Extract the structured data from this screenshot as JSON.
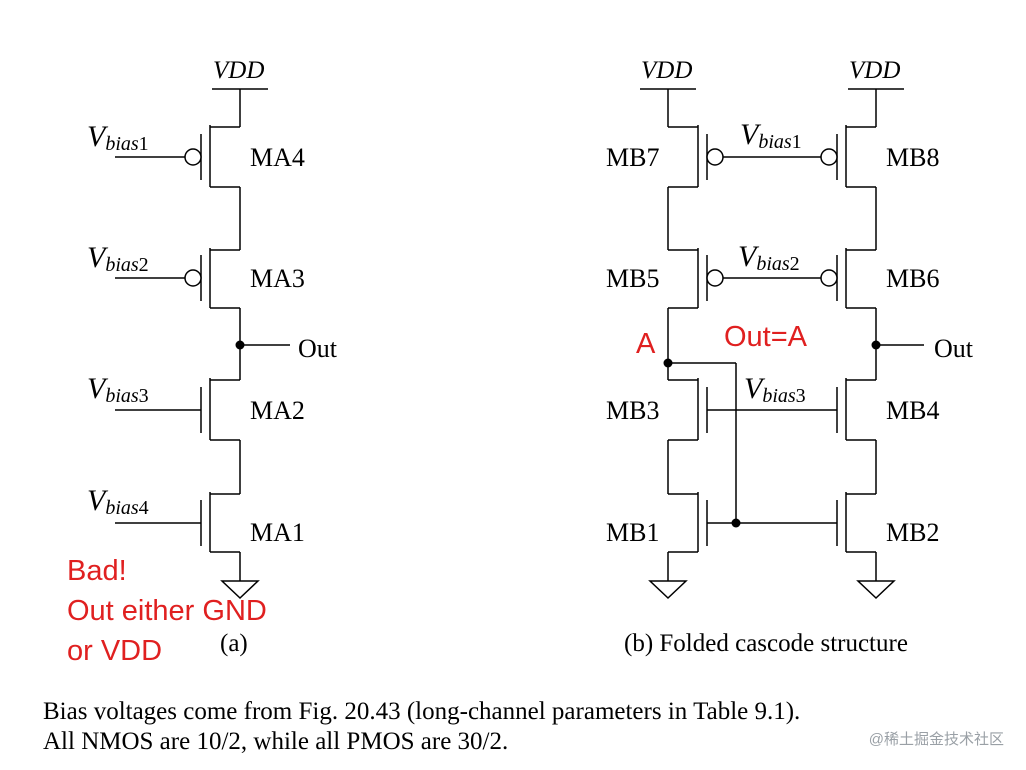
{
  "circuit_a": {
    "vdd": "VDD",
    "transistors": {
      "ma4": "MA4",
      "ma3": "MA3",
      "ma2": "MA2",
      "ma1": "MA1"
    },
    "bias": {
      "b1": {
        "main": "V",
        "sub": "bias",
        "num": "1"
      },
      "b2": {
        "main": "V",
        "sub": "bias",
        "num": "2"
      },
      "b3": {
        "main": "V",
        "sub": "bias",
        "num": "3"
      },
      "b4": {
        "main": "V",
        "sub": "bias",
        "num": "4"
      }
    },
    "out": "Out",
    "caption": "(a)",
    "note_lines": [
      "Bad!",
      "Out either GND",
      "or VDD"
    ]
  },
  "circuit_b": {
    "vdd_left": "VDD",
    "vdd_right": "VDD",
    "transistors": {
      "mb7": "MB7",
      "mb8": "MB8",
      "mb5": "MB5",
      "mb6": "MB6",
      "mb3": "MB3",
      "mb4": "MB4",
      "mb1": "MB1",
      "mb2": "MB2"
    },
    "bias": {
      "b1": {
        "main": "V",
        "sub": "bias",
        "num": "1"
      },
      "b2": {
        "main": "V",
        "sub": "bias",
        "num": "2"
      },
      "b3": {
        "main": "V",
        "sub": "bias",
        "num": "3"
      }
    },
    "out": "Out",
    "node_a": "A",
    "annotation": "Out=A",
    "caption": "(b) Folded cascode structure"
  },
  "footer": {
    "line1": "Bias voltages come from Fig. 20.43 (long-channel parameters in Table 9.1).",
    "line2": "All NMOS are 10/2, while all PMOS are 30/2."
  },
  "watermark": "@稀土掘金技术社区",
  "colors": {
    "wire": "#000000",
    "annotation": "#e02020",
    "watermark": "#9aa0a6"
  }
}
